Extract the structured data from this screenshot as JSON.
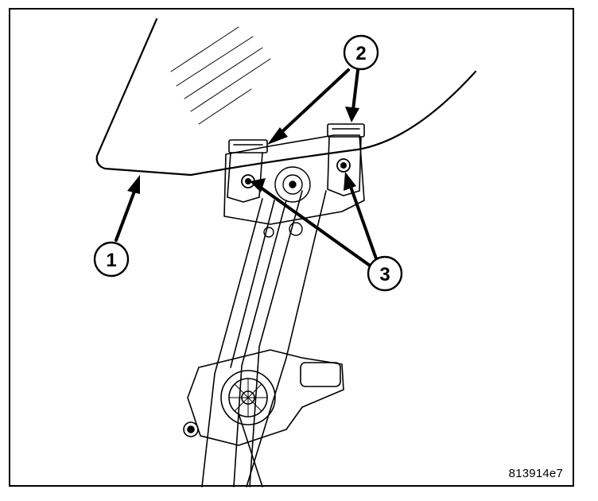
{
  "figure": {
    "id": "813914e7",
    "stroke_color": "#000000",
    "background": "#ffffff"
  },
  "callouts": [
    {
      "number": "1",
      "part": "door-glass"
    },
    {
      "number": "2",
      "part": "glass-clips"
    },
    {
      "number": "3",
      "part": "mounting-bolts"
    }
  ]
}
